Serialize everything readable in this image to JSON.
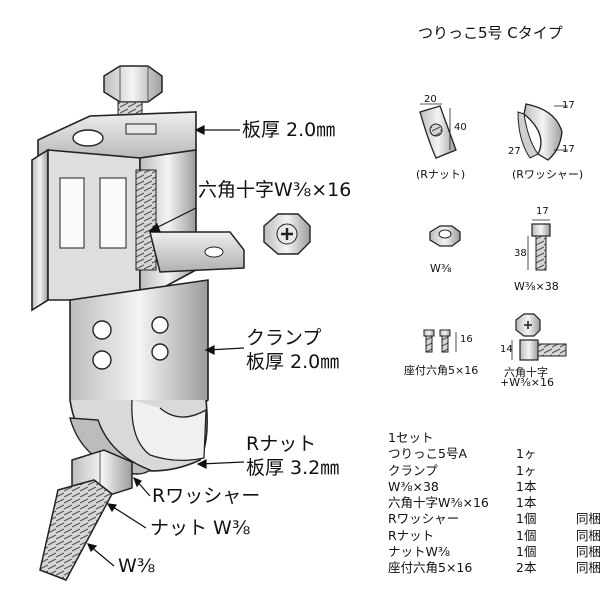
{
  "title": "つりっこ5号 Cタイプ",
  "callouts": {
    "plate_top": "板厚 2.0㎜",
    "hex_cross": "六角十字W⅜×16",
    "clamp_1": "クランプ",
    "clamp_2": "板厚 2.0㎜",
    "rnut_1": "Rナット",
    "rnut_2": "板厚 3.2㎜",
    "rwasher": "Rワッシャー",
    "nut": "ナット W⅜",
    "bolt": "W⅜"
  },
  "parts": {
    "rnut": {
      "label": "(Rナット)",
      "dim_w": "20",
      "dim_h": "40"
    },
    "rwasher": {
      "label": "(Rワッシャー)",
      "dim_a": "17",
      "dim_b": "27",
      "dim_c": "17"
    },
    "nut": {
      "label": "W⅜"
    },
    "bolt": {
      "label": "W⅜×38",
      "dim_w": "17",
      "dim_h": "38"
    },
    "washer_hex": {
      "label": "座付六角5×16",
      "dim_h": "16"
    },
    "hex_cross": {
      "label_1": "六角十字",
      "label_2": "+W⅜×16",
      "dim_h": "14"
    }
  },
  "set_list": {
    "header": "1セット",
    "items": [
      {
        "name": "つりっこ5号A",
        "qty": "1ヶ",
        "note": ""
      },
      {
        "name": "クランプ",
        "qty": "1ヶ",
        "note": ""
      },
      {
        "name": "W⅜×38",
        "qty": "1本",
        "note": ""
      },
      {
        "name": "六角十字W⅜×16",
        "qty": "1本",
        "note": ""
      },
      {
        "name": "Rワッシャー",
        "qty": "1個",
        "note": "同梱"
      },
      {
        "name": "Rナット",
        "qty": "1個",
        "note": "同梱"
      },
      {
        "name": "ナットW⅜",
        "qty": "1個",
        "note": "同梱"
      },
      {
        "name": "座付六角5×16",
        "qty": "2本",
        "note": "同梱"
      }
    ]
  }
}
